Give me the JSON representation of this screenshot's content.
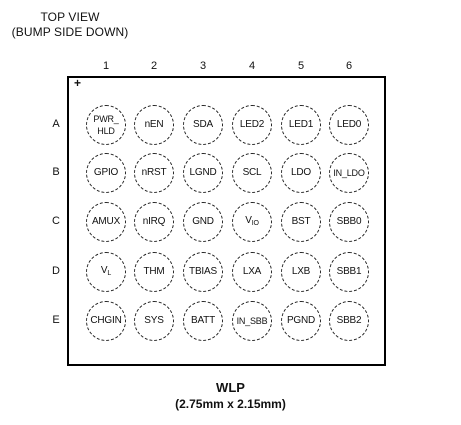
{
  "header": {
    "line1": "TOP VIEW",
    "line2": "(BUMP SIDE DOWN)"
  },
  "columns": [
    "1",
    "2",
    "3",
    "4",
    "5",
    "6"
  ],
  "rows": [
    "A",
    "B",
    "C",
    "D",
    "E"
  ],
  "pin1_marker": "+",
  "balls": [
    [
      "PWR_\nHLD",
      "nEN",
      "SDA",
      "LED2",
      "LED1",
      "LED0"
    ],
    [
      "GPIO",
      "nRST",
      "LGND",
      "SCL",
      "LDO",
      "IN_LDO"
    ],
    [
      "AMUX",
      "nIRQ",
      "GND",
      "VIO",
      "BST",
      "SBB0"
    ],
    [
      "VL",
      "THM",
      "TBIAS",
      "LXA",
      "LXB",
      "SBB1"
    ],
    [
      "CHGIN",
      "SYS",
      "BATT",
      "IN_SBB",
      "PGND",
      "SBB2"
    ]
  ],
  "footer": {
    "package": "WLP",
    "dimensions": "(2.75mm x 2.15mm)"
  }
}
